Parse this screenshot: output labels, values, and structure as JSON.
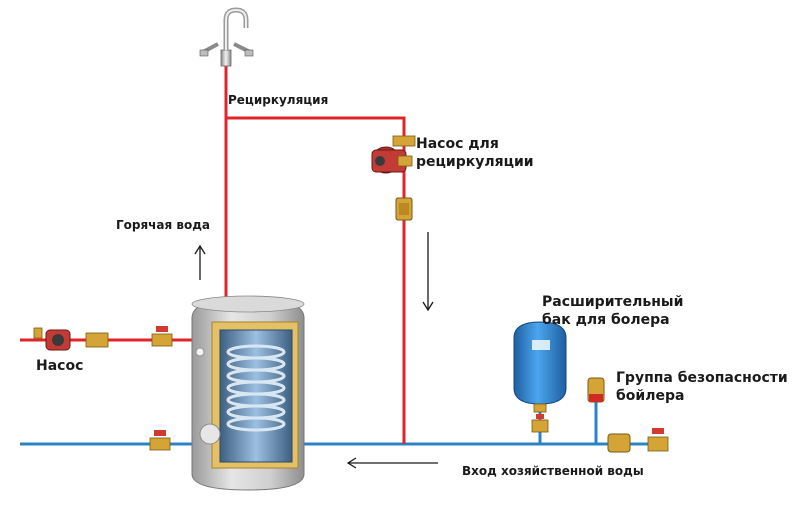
{
  "labels": {
    "recirculation": "Рециркуляция",
    "recirc_pump": [
      "Насос для",
      "рециркуляции"
    ],
    "hot_water": "Горячая вода",
    "expansion_tank": [
      "Расширительный",
      "бак для болера"
    ],
    "pump": "Насос",
    "safety_group": [
      "Группа безопасности",
      "бойлера"
    ],
    "cold_inlet": "Вход хозяйственной воды"
  },
  "colors": {
    "hot_pipe": "#e0242a",
    "cold_pipe": "#2b83c6",
    "tank_body": "#c9c9c9",
    "coil": "#7aa0c4",
    "insulation": "#e4c066",
    "expansion_tank": "#2f87d6",
    "pump_body": "#b2342f",
    "brass": "#d4a437"
  },
  "icons": [
    "faucet-icon",
    "pump-icon",
    "ball-valve-icon",
    "check-valve-icon",
    "filter-icon",
    "expansion-tank-icon",
    "boiler-icon",
    "arrow-up-icon",
    "arrow-down-icon",
    "arrow-left-icon"
  ]
}
